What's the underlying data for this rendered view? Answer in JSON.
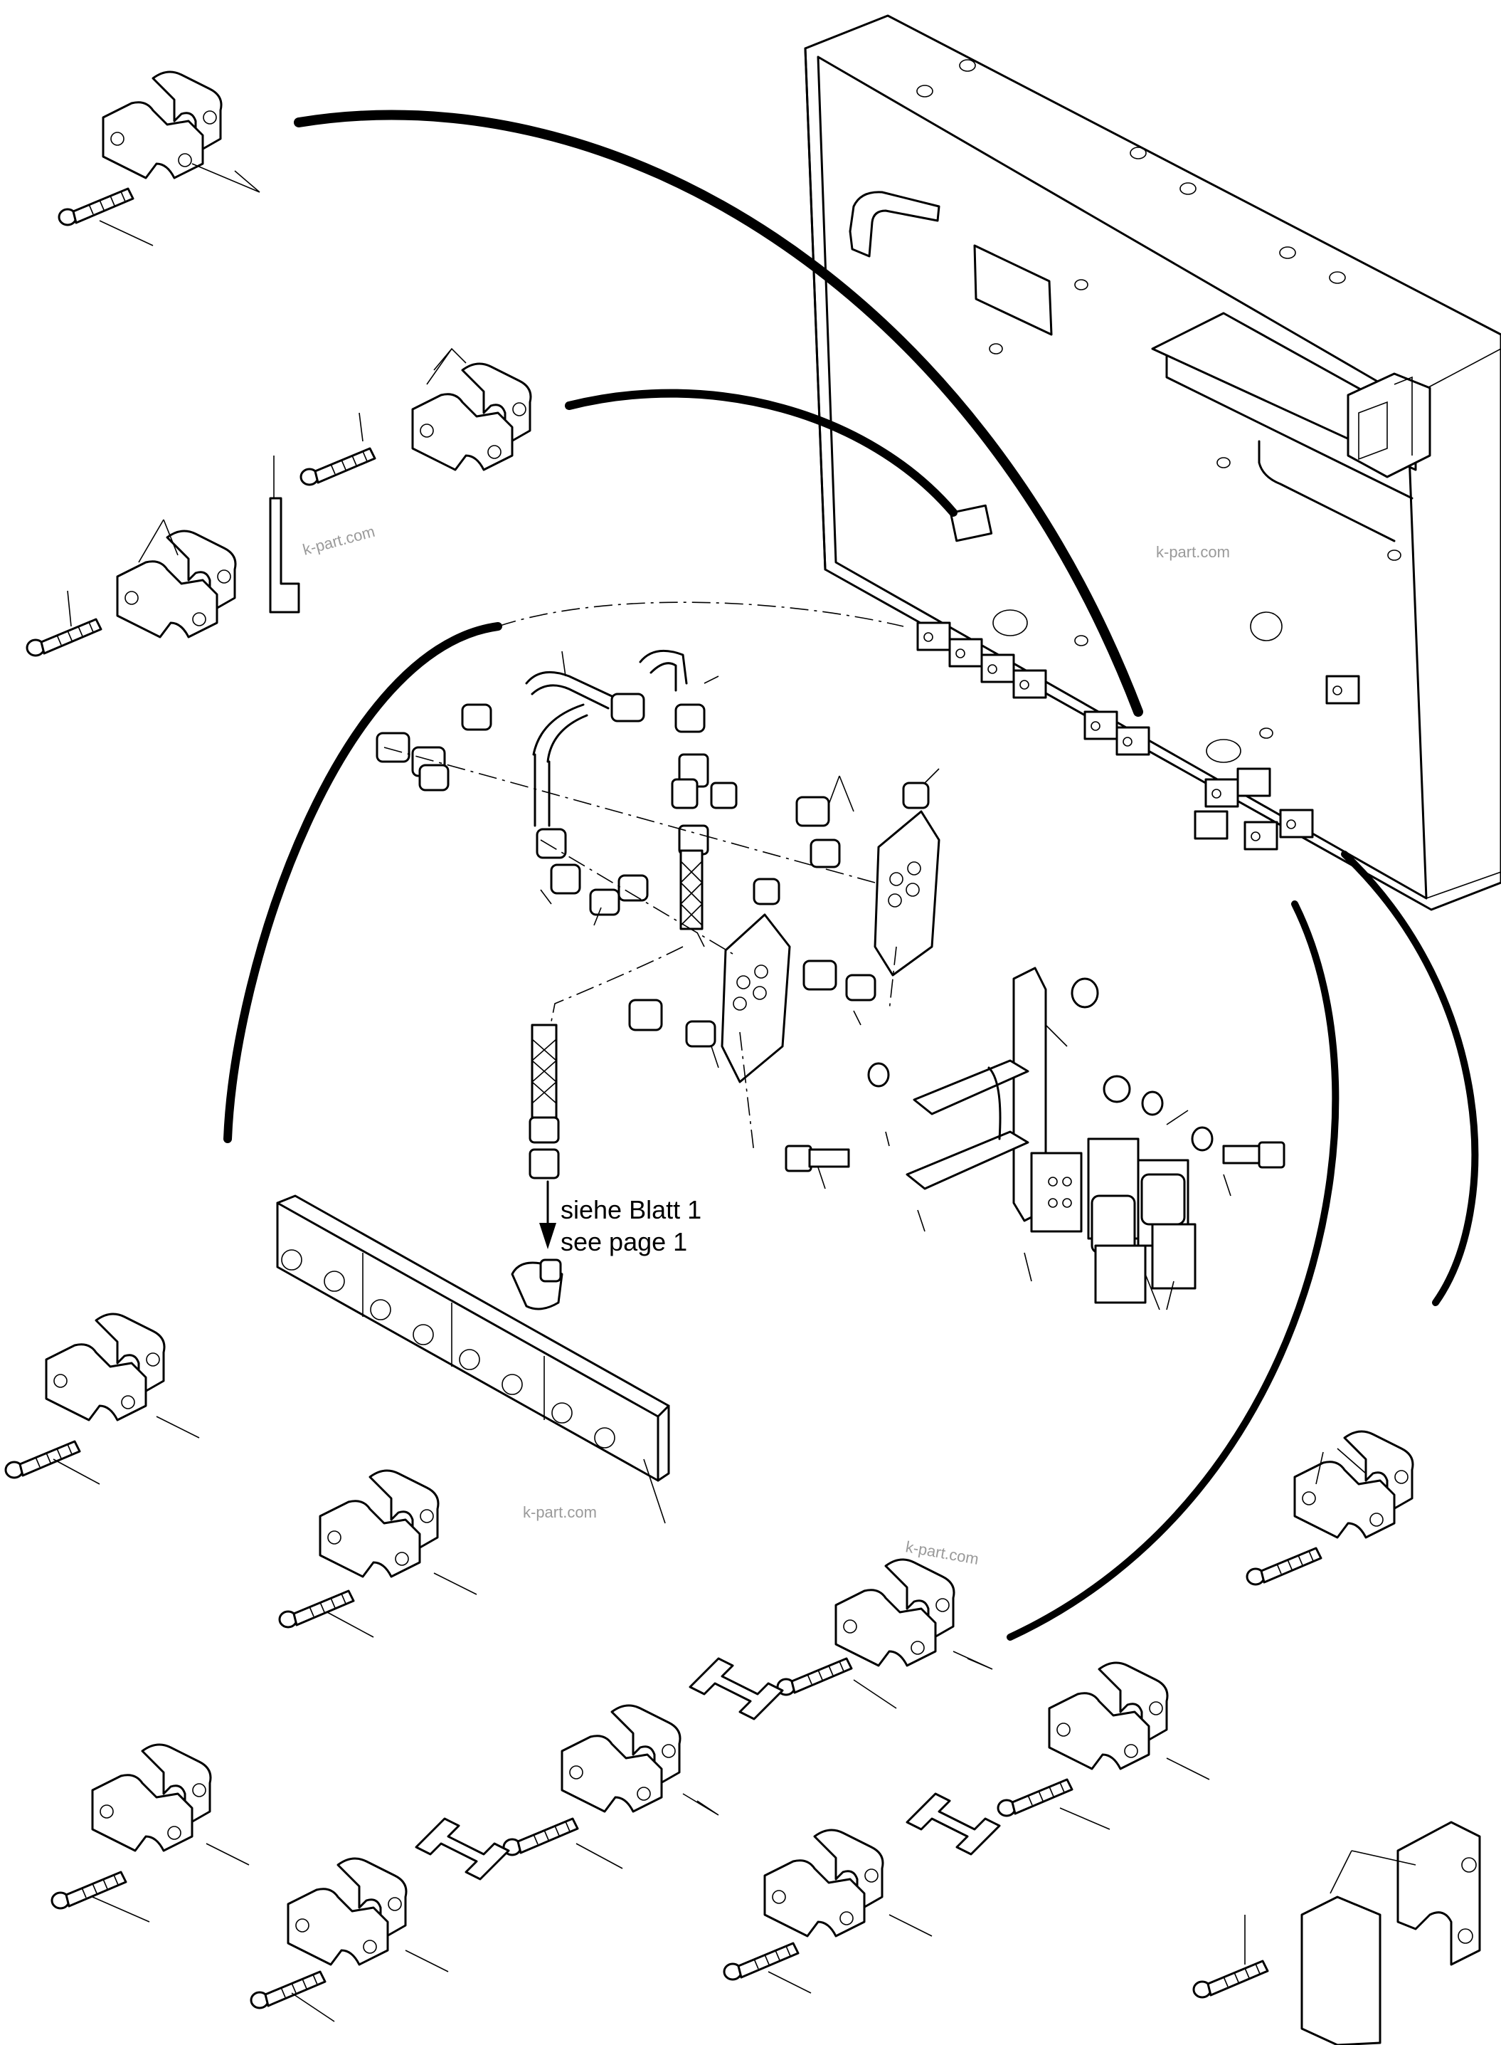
{
  "note": {
    "line1": "siehe Blatt 1",
    "line2": "see page 1"
  },
  "watermarks": [
    "k-part.com",
    "k-part.com",
    "k-part.com",
    "k-part.com"
  ]
}
